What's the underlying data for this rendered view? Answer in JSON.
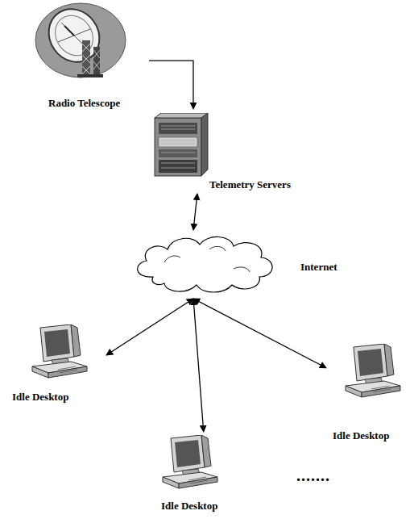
{
  "diagram": {
    "nodes": [
      {
        "text": [
          "Radio Telescope"
        ]
      },
      {
        "text": [
          "Telemetry Servers"
        ]
      },
      {
        "text": [
          "Internet"
        ]
      },
      {
        "text": [
          "Idle Desktop"
        ]
      },
      {
        "text": [
          "Idle Desktop"
        ]
      },
      {
        "text": [
          "Idle Desktop"
        ]
      }
    ],
    "edges": [
      {
        "from": 0,
        "to": 1,
        "arrow": "to"
      },
      {
        "from": 1,
        "to": 2,
        "arrow": "both"
      },
      {
        "from": 2,
        "to": 3,
        "arrow": "both"
      },
      {
        "from": 2,
        "to": 4,
        "arrow": "both"
      },
      {
        "from": 2,
        "to": 5,
        "arrow": "both"
      }
    ],
    "labels": [
      "......."
    ]
  }
}
